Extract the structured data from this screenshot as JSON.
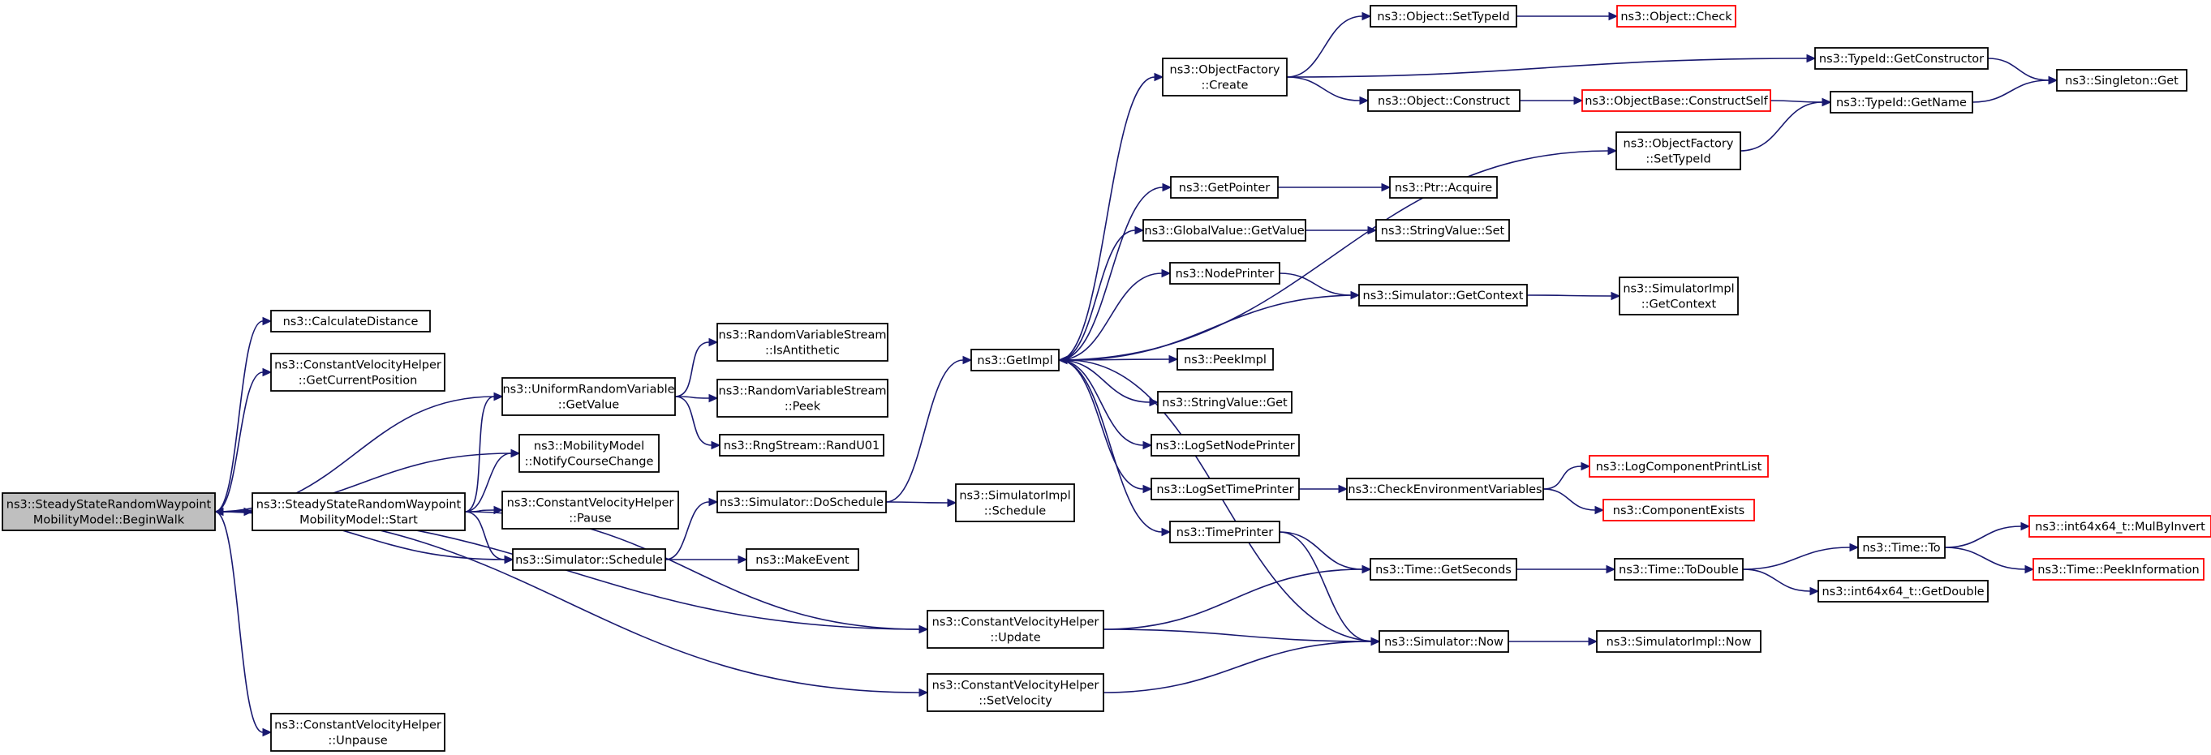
{
  "colors": {
    "edge": "#191970",
    "node_border": "#000000",
    "node_border_truncated": "#ff0000",
    "root_fill": "#bfbfbf",
    "node_fill": "#ffffff"
  },
  "nodes": [
    {
      "id": "root",
      "lines": [
        "ns3::SteadyStateRandomWaypoint",
        "MobilityModel::BeginWalk"
      ],
      "style": "root"
    },
    {
      "id": "calcdist",
      "lines": [
        "ns3::CalculateDistance"
      ]
    },
    {
      "id": "cvh_getpos",
      "lines": [
        "ns3::ConstantVelocityHelper",
        "::GetCurrentPosition"
      ]
    },
    {
      "id": "urv_getvalue",
      "lines": [
        "ns3::UniformRandomVariable",
        "::GetValue"
      ]
    },
    {
      "id": "mm_notify",
      "lines": [
        "ns3::MobilityModel",
        "::NotifyCourseChange"
      ]
    },
    {
      "id": "sswp_start",
      "lines": [
        "ns3::SteadyStateRandomWaypoint",
        "MobilityModel::Start"
      ]
    },
    {
      "id": "cvh_pause",
      "lines": [
        "ns3::ConstantVelocityHelper",
        "::Pause"
      ]
    },
    {
      "id": "sim_schedule",
      "lines": [
        "ns3::Simulator::Schedule"
      ]
    },
    {
      "id": "cvh_unpause",
      "lines": [
        "ns3::ConstantVelocityHelper",
        "::Unpause"
      ]
    },
    {
      "id": "rvs_isanti",
      "lines": [
        "ns3::RandomVariableStream",
        "::IsAntithetic"
      ]
    },
    {
      "id": "rvs_peek",
      "lines": [
        "ns3::RandomVariableStream",
        "::Peek"
      ]
    },
    {
      "id": "rng_randu01",
      "lines": [
        "ns3::RngStream::RandU01"
      ]
    },
    {
      "id": "sim_doschedule",
      "lines": [
        "ns3::Simulator::DoSchedule"
      ]
    },
    {
      "id": "makeevent",
      "lines": [
        "ns3::MakeEvent"
      ]
    },
    {
      "id": "cvh_update",
      "lines": [
        "ns3::ConstantVelocityHelper",
        "::Update"
      ]
    },
    {
      "id": "cvh_setvel",
      "lines": [
        "ns3::ConstantVelocityHelper",
        "::SetVelocity"
      ]
    },
    {
      "id": "getimpl",
      "lines": [
        "ns3::GetImpl"
      ]
    },
    {
      "id": "simimpl_schedule",
      "lines": [
        "ns3::SimulatorImpl",
        "::Schedule"
      ]
    },
    {
      "id": "of_create",
      "lines": [
        "ns3::ObjectFactory",
        "::Create"
      ]
    },
    {
      "id": "getpointer",
      "lines": [
        "ns3::GetPointer"
      ]
    },
    {
      "id": "gv_getvalue",
      "lines": [
        "ns3::GlobalValue::GetValue"
      ]
    },
    {
      "id": "nodeprinter",
      "lines": [
        "ns3::NodePrinter"
      ]
    },
    {
      "id": "peekimpl",
      "lines": [
        "ns3::PeekImpl"
      ]
    },
    {
      "id": "sv_get",
      "lines": [
        "ns3::StringValue::Get"
      ]
    },
    {
      "id": "logsetnodeprinter",
      "lines": [
        "ns3::LogSetNodePrinter"
      ]
    },
    {
      "id": "logsettimeprinter",
      "lines": [
        "ns3::LogSetTimePrinter"
      ]
    },
    {
      "id": "timeprinter",
      "lines": [
        "ns3::TimePrinter"
      ]
    },
    {
      "id": "obj_settypeid",
      "lines": [
        "ns3::Object::SetTypeId"
      ]
    },
    {
      "id": "obj_construct",
      "lines": [
        "ns3::Object::Construct"
      ]
    },
    {
      "id": "ptr_acquire",
      "lines": [
        "ns3::Ptr::Acquire"
      ]
    },
    {
      "id": "sv_set",
      "lines": [
        "ns3::StringValue::Set"
      ]
    },
    {
      "id": "sim_getcontext",
      "lines": [
        "ns3::Simulator::GetContext"
      ]
    },
    {
      "id": "checkenv",
      "lines": [
        "ns3::CheckEnvironmentVariables"
      ]
    },
    {
      "id": "time_getseconds",
      "lines": [
        "ns3::Time::GetSeconds"
      ]
    },
    {
      "id": "sim_now",
      "lines": [
        "ns3::Simulator::Now"
      ]
    },
    {
      "id": "obj_check",
      "lines": [
        "ns3::Object::Check"
      ],
      "style": "truncated"
    },
    {
      "id": "ob_constructself",
      "lines": [
        "ns3::ObjectBase::ConstructSelf"
      ],
      "style": "truncated"
    },
    {
      "id": "of_settypeid",
      "lines": [
        "ns3::ObjectFactory",
        "::SetTypeId"
      ]
    },
    {
      "id": "simimpl_getcontext",
      "lines": [
        "ns3::SimulatorImpl",
        "::GetContext"
      ]
    },
    {
      "id": "logcomponentprintlist",
      "lines": [
        "ns3::LogComponentPrintList"
      ],
      "style": "truncated"
    },
    {
      "id": "componentexists",
      "lines": [
        "ns3::ComponentExists"
      ],
      "style": "truncated"
    },
    {
      "id": "time_todouble",
      "lines": [
        "ns3::Time::ToDouble"
      ]
    },
    {
      "id": "simimpl_now",
      "lines": [
        "ns3::SimulatorImpl::Now"
      ]
    },
    {
      "id": "typeid_getconstructor",
      "lines": [
        "ns3::TypeId::GetConstructor"
      ]
    },
    {
      "id": "typeid_getname",
      "lines": [
        "ns3::TypeId::GetName"
      ]
    },
    {
      "id": "time_to",
      "lines": [
        "ns3::Time::To"
      ]
    },
    {
      "id": "int64_getdouble",
      "lines": [
        "ns3::int64x64_t::GetDouble"
      ]
    },
    {
      "id": "singleton_get",
      "lines": [
        "ns3::Singleton::Get"
      ]
    },
    {
      "id": "int64_mulbyinvert",
      "lines": [
        "ns3::int64x64_t::MulByInvert"
      ],
      "style": "truncated"
    },
    {
      "id": "time_peekinfo",
      "lines": [
        "ns3::Time::PeekInformation"
      ],
      "style": "truncated"
    }
  ],
  "edges": [
    [
      "root",
      "calcdist"
    ],
    [
      "root",
      "cvh_getpos"
    ],
    [
      "root",
      "urv_getvalue"
    ],
    [
      "root",
      "mm_notify"
    ],
    [
      "root",
      "sswp_start"
    ],
    [
      "root",
      "sim_schedule"
    ],
    [
      "root",
      "cvh_update"
    ],
    [
      "root",
      "cvh_setvel"
    ],
    [
      "root",
      "cvh_unpause"
    ],
    [
      "sswp_start",
      "root"
    ],
    [
      "sswp_start",
      "urv_getvalue"
    ],
    [
      "sswp_start",
      "mm_notify"
    ],
    [
      "sswp_start",
      "cvh_pause"
    ],
    [
      "sswp_start",
      "sim_schedule"
    ],
    [
      "sswp_start",
      "cvh_update"
    ],
    [
      "urv_getvalue",
      "rvs_isanti"
    ],
    [
      "urv_getvalue",
      "rvs_peek"
    ],
    [
      "urv_getvalue",
      "rng_randu01"
    ],
    [
      "sim_schedule",
      "sim_doschedule"
    ],
    [
      "sim_schedule",
      "makeevent"
    ],
    [
      "sim_doschedule",
      "getimpl"
    ],
    [
      "sim_doschedule",
      "simimpl_schedule"
    ],
    [
      "cvh_update",
      "time_getseconds"
    ],
    [
      "cvh_update",
      "sim_now"
    ],
    [
      "cvh_setvel",
      "sim_now"
    ],
    [
      "getimpl",
      "of_create"
    ],
    [
      "getimpl",
      "of_settypeid"
    ],
    [
      "getimpl",
      "getpointer"
    ],
    [
      "getimpl",
      "gv_getvalue"
    ],
    [
      "getimpl",
      "nodeprinter"
    ],
    [
      "getimpl",
      "peekimpl"
    ],
    [
      "getimpl",
      "sv_get"
    ],
    [
      "getimpl",
      "logsetnodeprinter"
    ],
    [
      "getimpl",
      "logsettimeprinter"
    ],
    [
      "getimpl",
      "timeprinter"
    ],
    [
      "sim_getcontext",
      "getimpl"
    ],
    [
      "sim_now",
      "getimpl"
    ],
    [
      "of_create",
      "obj_settypeid"
    ],
    [
      "of_create",
      "typeid_getconstructor"
    ],
    [
      "of_create",
      "obj_construct"
    ],
    [
      "obj_settypeid",
      "obj_check"
    ],
    [
      "obj_construct",
      "ob_constructself"
    ],
    [
      "ob_constructself",
      "typeid_getname"
    ],
    [
      "of_settypeid",
      "typeid_getname"
    ],
    [
      "typeid_getconstructor",
      "singleton_get"
    ],
    [
      "typeid_getname",
      "singleton_get"
    ],
    [
      "getpointer",
      "ptr_acquire"
    ],
    [
      "gv_getvalue",
      "sv_set"
    ],
    [
      "nodeprinter",
      "sim_getcontext"
    ],
    [
      "sim_getcontext",
      "simimpl_getcontext"
    ],
    [
      "logsettimeprinter",
      "checkenv"
    ],
    [
      "checkenv",
      "logcomponentprintlist"
    ],
    [
      "checkenv",
      "componentexists"
    ],
    [
      "timeprinter",
      "time_getseconds"
    ],
    [
      "timeprinter",
      "sim_now"
    ],
    [
      "time_getseconds",
      "time_todouble"
    ],
    [
      "time_todouble",
      "time_to"
    ],
    [
      "time_todouble",
      "int64_getdouble"
    ],
    [
      "time_to",
      "int64_mulbyinvert"
    ],
    [
      "time_to",
      "time_peekinfo"
    ],
    [
      "sim_now",
      "simimpl_now"
    ]
  ]
}
